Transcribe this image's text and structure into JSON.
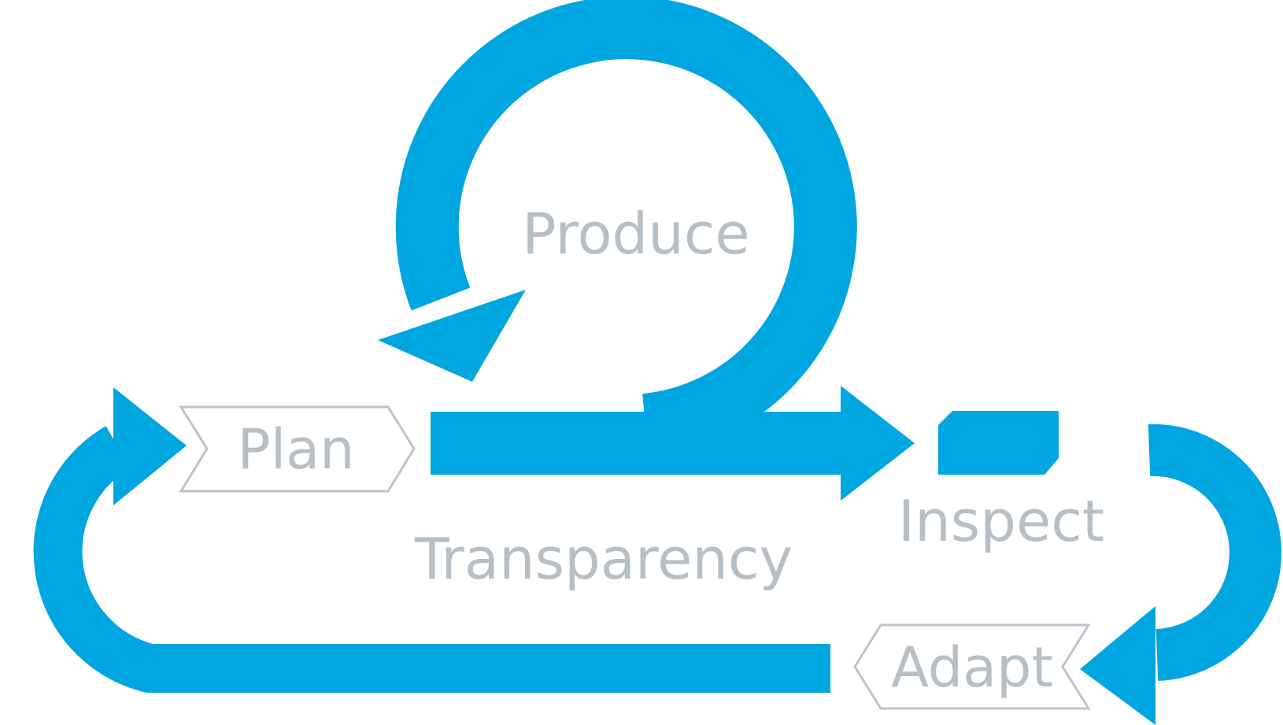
{
  "labels": {
    "produce": "Produce",
    "plan": "Plan",
    "transparency": "Transparency",
    "inspect": "Inspect",
    "adapt": "Adapt"
  },
  "colors": {
    "flow": "#00a6e0",
    "label_text": "#b7bfc6",
    "tag_outline": "#bcc3ca",
    "background": "#ffffff"
  }
}
